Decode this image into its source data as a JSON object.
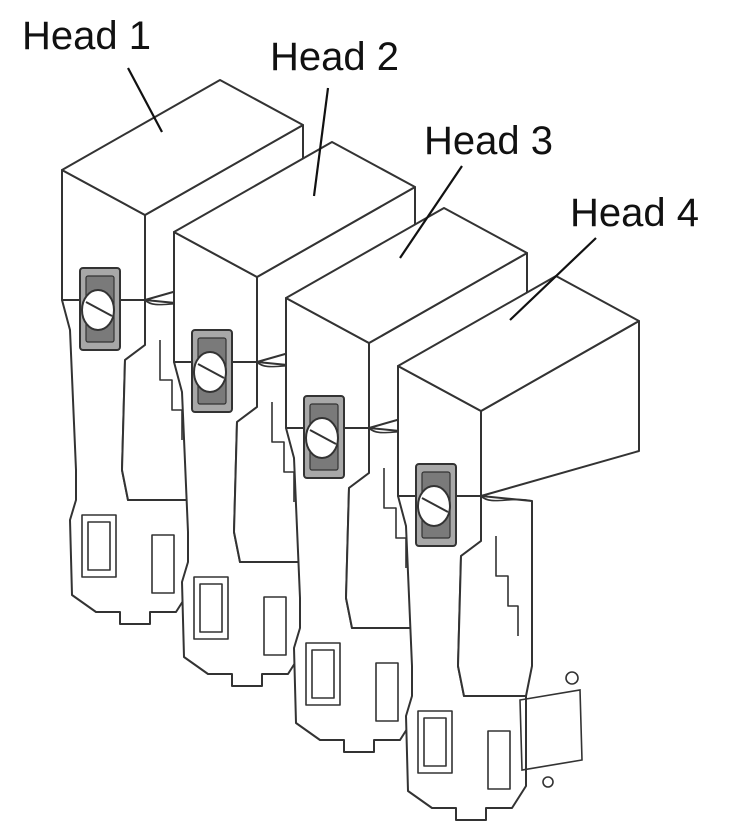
{
  "figure": {
    "heads": [
      {
        "label": "Head 1"
      },
      {
        "label": "Head 2"
      },
      {
        "label": "Head 3"
      },
      {
        "label": "Head 4"
      }
    ],
    "colors": {
      "outline": "#333333",
      "face": "#ffffff",
      "latch_plate": "#a8a8a8",
      "latch_dark": "#7a7a7a"
    }
  }
}
